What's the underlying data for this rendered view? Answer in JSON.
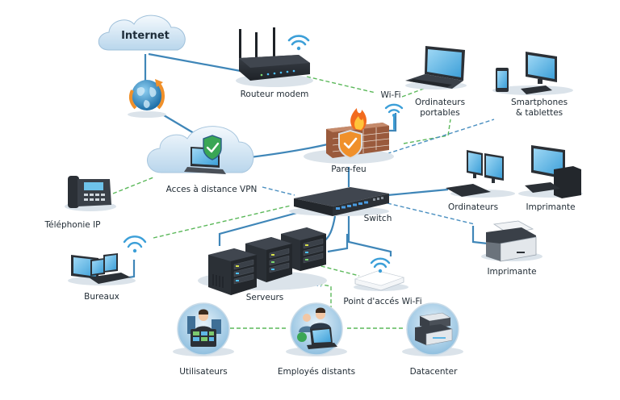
{
  "diagram": {
    "nodes": {
      "internet": {
        "label": "Internet",
        "icon": "cloud-icon"
      },
      "router": {
        "label": "Routeur modem",
        "icon": "router-icon"
      },
      "globe": {
        "label": "",
        "icon": "globe-sync-icon"
      },
      "wifi": {
        "label": "Wi-Fi",
        "icon": "wifi-icon"
      },
      "laptops": {
        "label_line1": "Ordinateurs",
        "label_line2": "portables",
        "icon": "laptop-icon"
      },
      "smartphones": {
        "label_line1": "Smartphones",
        "label_line2": "& tablettes",
        "icon": "smartphone-icon"
      },
      "firewall": {
        "label": "Pare-feu",
        "icon": "firewall-icon"
      },
      "vpn": {
        "label": "Acces à distance VPN",
        "icon": "vpn-cloud-icon"
      },
      "ip_phone": {
        "label": "Téléphonie IP",
        "icon": "ip-phone-icon"
      },
      "switch": {
        "label": "Switch",
        "icon": "switch-icon"
      },
      "computers": {
        "label": "Ordinateurs",
        "icon": "desktop-icon"
      },
      "printer_top": {
        "label": "Imprimante",
        "icon": "workstation-icon"
      },
      "printer": {
        "label": "Imprimante",
        "icon": "printer-icon"
      },
      "offices": {
        "label": "Bureaux",
        "icon": "offices-icon"
      },
      "servers": {
        "label": "Serveurs",
        "icon": "server-icon"
      },
      "access_point": {
        "label": "Point d'accés Wi-Fi",
        "icon": "access-point-icon"
      },
      "users": {
        "label": "Utilisateurs",
        "icon": "users-icon"
      },
      "remote_employees": {
        "label": "Employés distants",
        "icon": "remote-employees-icon"
      },
      "datacenter": {
        "label": "Datacenter",
        "icon": "datacenter-icon"
      }
    },
    "colors": {
      "solid_link": "#3f86b8",
      "green_dashed_link": "#5bb85a",
      "blue_dashed_link": "#4a8fc0",
      "device_dark": "#2b3036",
      "screen_blue": "#5fb7e6",
      "shield_green": "#3aa655",
      "shield_orange": "#f0902a",
      "brick": "#9a5a3c",
      "flame": "#f26b1d"
    }
  }
}
